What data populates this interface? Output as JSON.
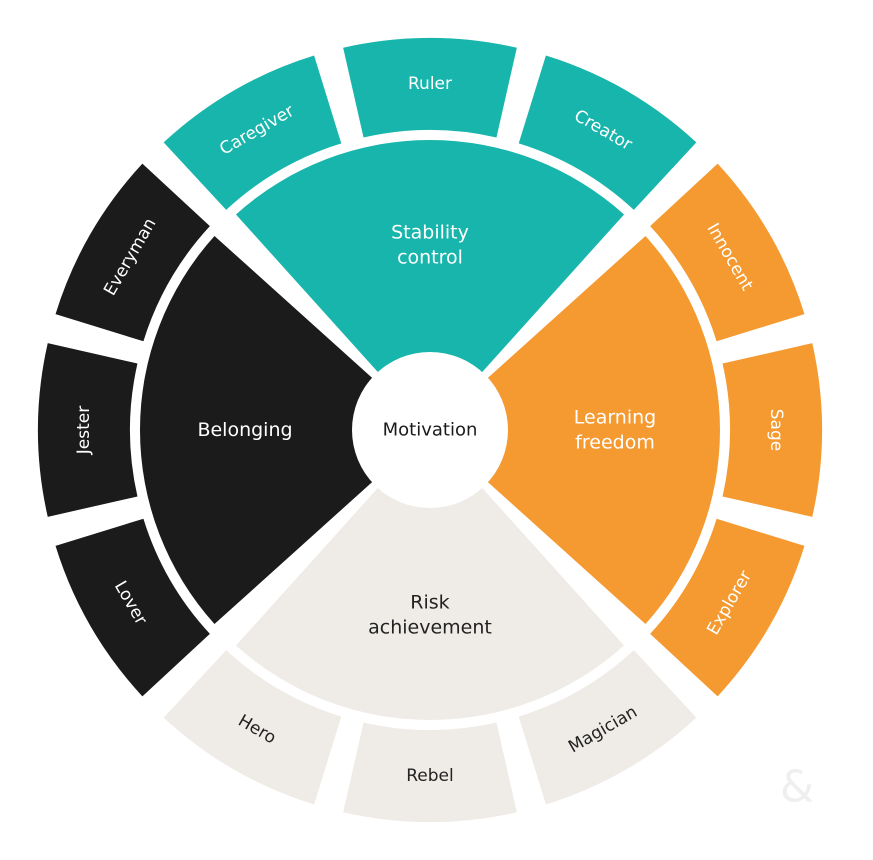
{
  "diagram": {
    "center_label": "Motivation",
    "watermark": "&",
    "colors": {
      "teal": "#17b5ac",
      "orange": "#f59a30",
      "black": "#1b1b1b",
      "cream": "#efece7",
      "white": "#ffffff",
      "dark_text": "#222222"
    },
    "quadrants": [
      {
        "lines": [
          "Stability",
          "control"
        ],
        "color": "teal",
        "text_color": "white",
        "archetypes": [
          "Caregiver",
          "Ruler",
          "Creator"
        ]
      },
      {
        "lines": [
          "Learning",
          "freedom"
        ],
        "color": "orange",
        "text_color": "white",
        "archetypes": [
          "Innocent",
          "Sage",
          "Explorer"
        ]
      },
      {
        "lines": [
          "Risk",
          "achievement"
        ],
        "color": "cream",
        "text_color": "dark_text",
        "archetypes": [
          "Magician",
          "Rebel",
          "Hero"
        ]
      },
      {
        "lines": [
          "Belonging"
        ],
        "color": "black",
        "text_color": "white",
        "archetypes": [
          "Lover",
          "Jester",
          "Everyman"
        ]
      }
    ]
  }
}
